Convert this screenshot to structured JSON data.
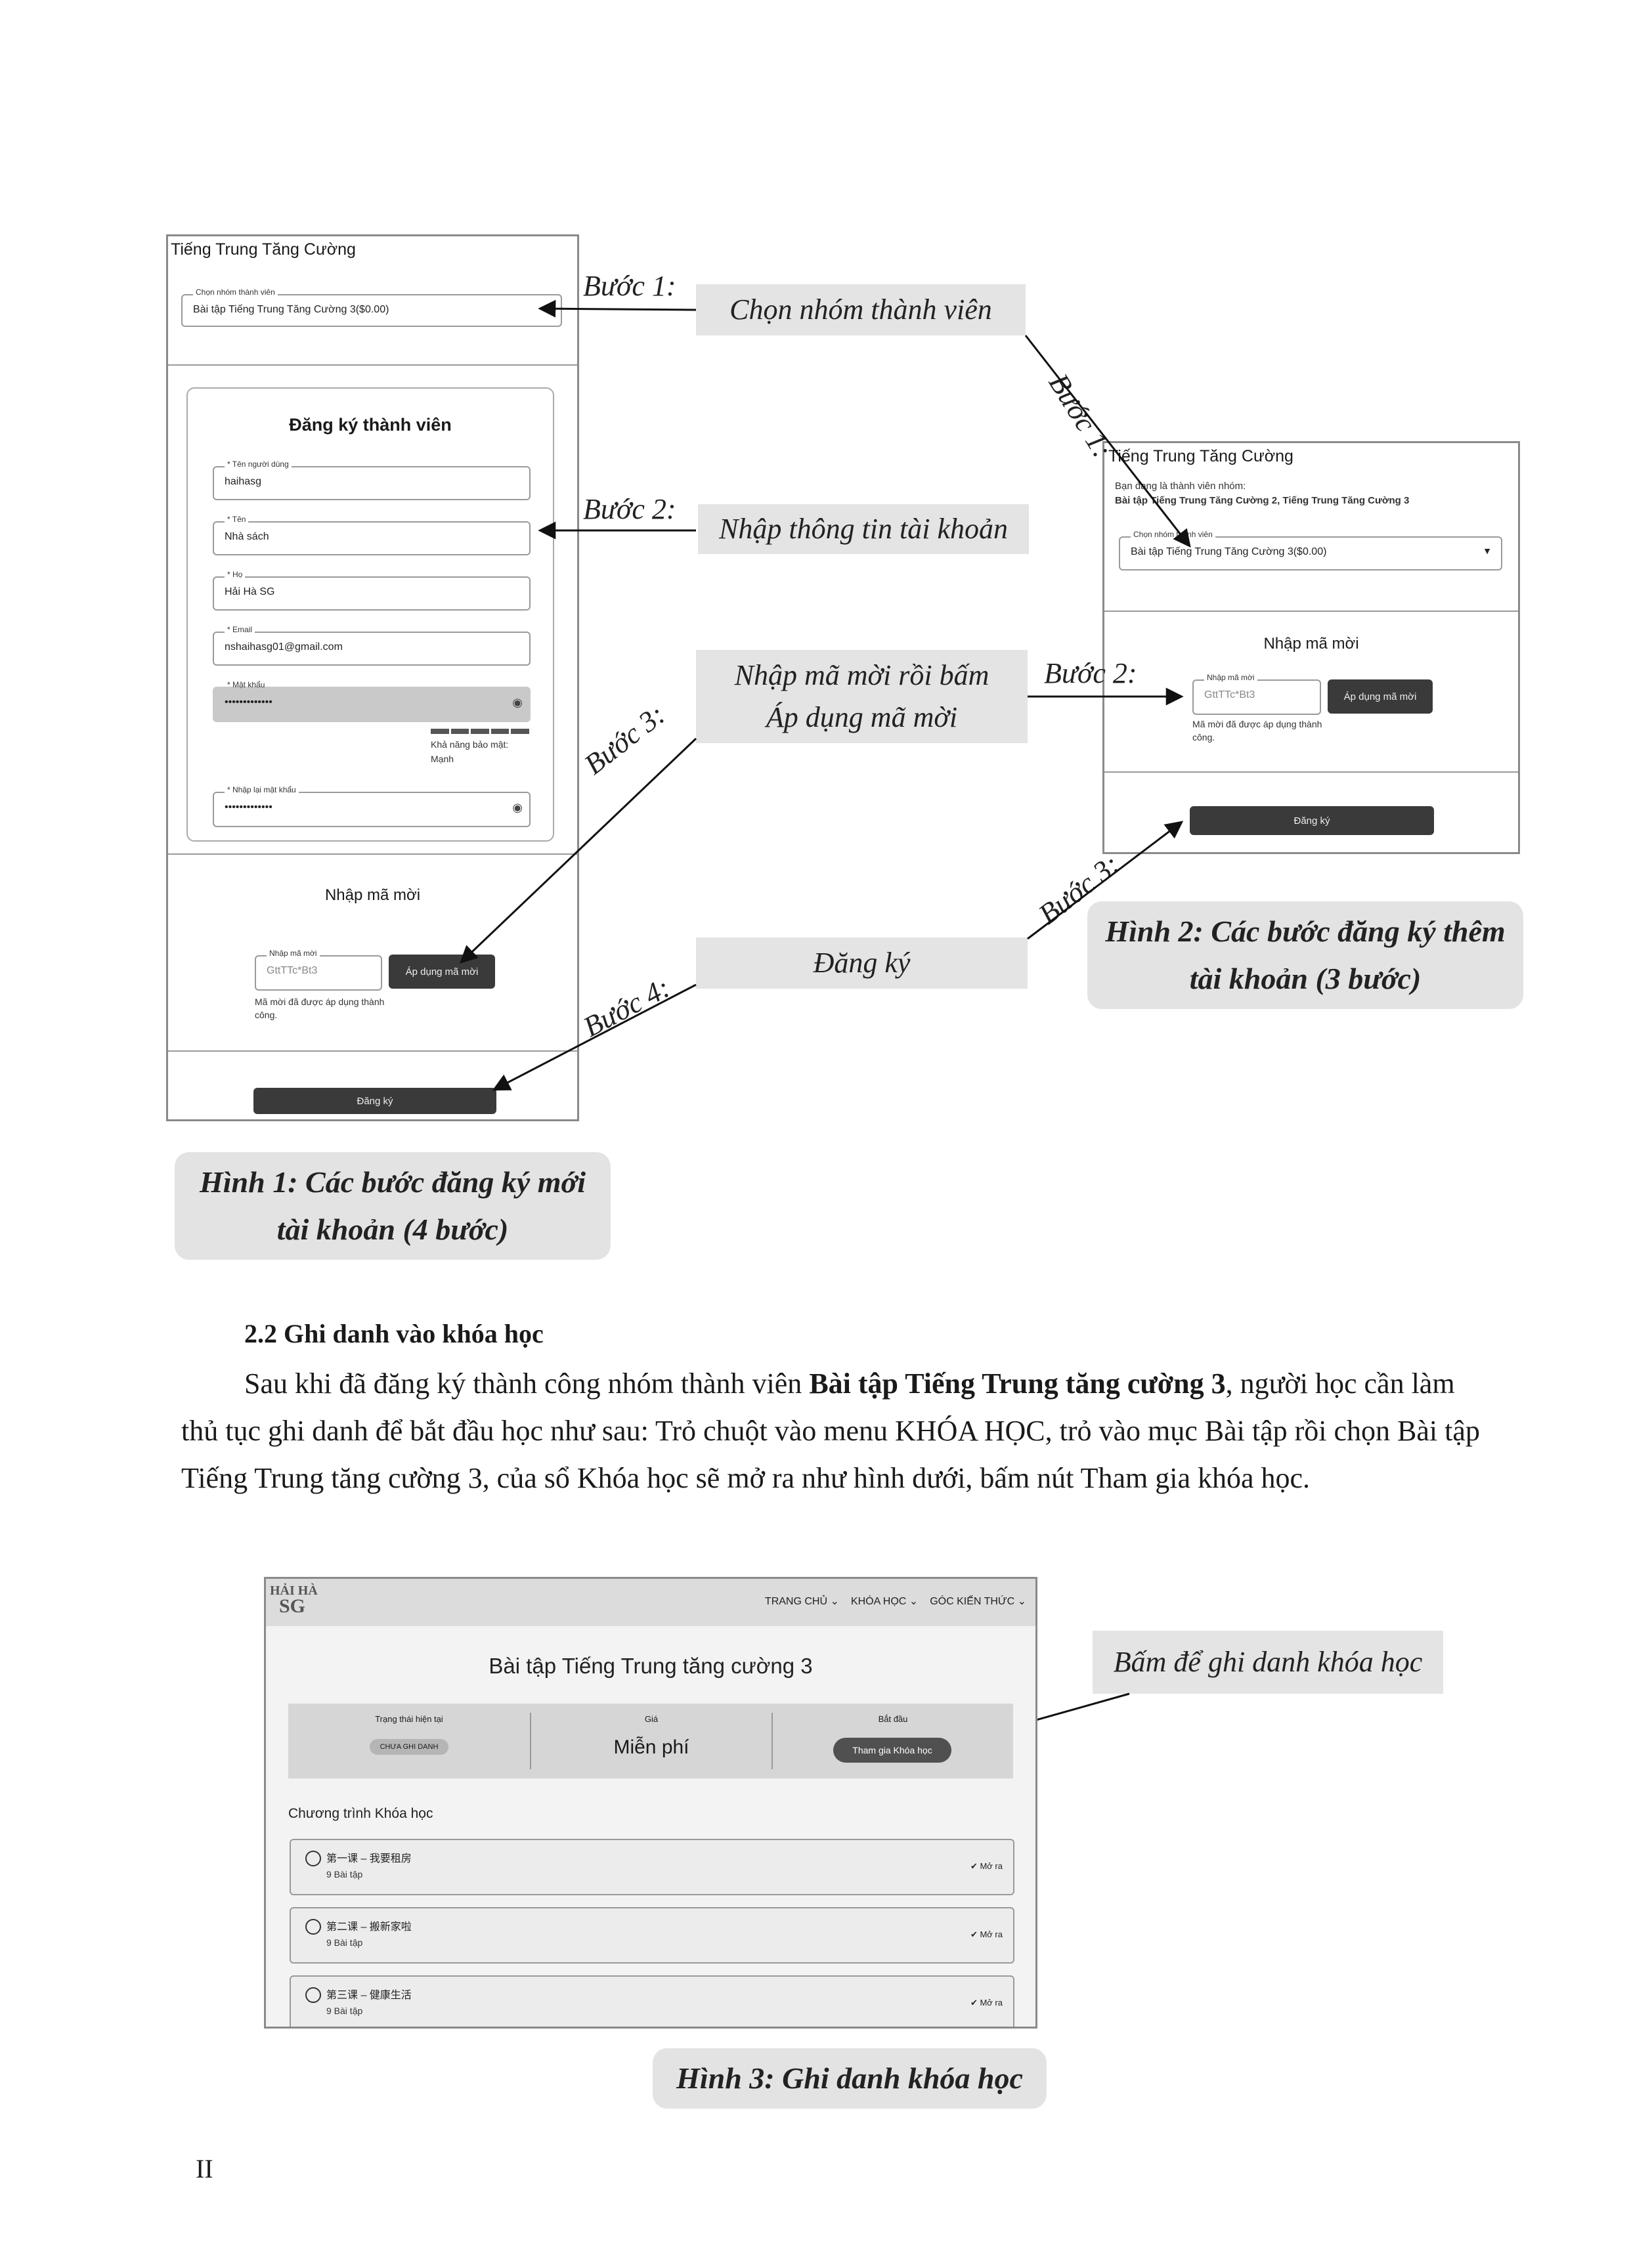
{
  "fig1": {
    "title": "Tiếng Trung Tăng Cường",
    "group_label": "Chọn nhóm thành viên",
    "group_value": "Bài tập Tiếng Trung Tăng Cường 3($0.00)",
    "register_title": "Đăng ký thành viên",
    "username_label": "* Tên người dùng",
    "username_value": "haihasg",
    "first_label": "* Tên",
    "first_value": "Nhà sách",
    "last_label": "* Họ",
    "last_value": "Hải Hà SG",
    "email_label": "* Email",
    "email_value": "nshaihasg01@gmail.com",
    "password_label": "* Mật khẩu",
    "password_value": "•••••••••••••",
    "strength_label": "Khả năng bảo mật:",
    "strength_value": "Mạnh",
    "confirm_label": "* Nhập lại mật khẩu",
    "confirm_value": "•••••••••••••",
    "invite_title": "Nhập mã mời",
    "invite_label": "Nhập mã mời",
    "invite_value": "GttTTc*Bt3",
    "apply_button": "Áp dụng mã mời",
    "invite_note": "Mã mời đã được áp dụng thành công.",
    "register_button": "Đăng ký"
  },
  "fig2": {
    "title": "Tiếng Trung Tăng Cường",
    "member_note": "Bạn đang là thành viên nhóm:",
    "member_groups": "Bài tập Tiếng Trung Tăng Cường 2, Tiếng Trung Tăng Cường 3",
    "group_label": "Chọn nhóm thành viên",
    "group_value": "Bài tập Tiếng Trung Tăng Cường 3($0.00)",
    "invite_title": "Nhập mã mời",
    "invite_label": "Nhập mã mời",
    "invite_value": "GttTTc*Bt3",
    "apply_button": "Áp dụng mã mời",
    "invite_note": "Mã mời đã được áp dụng thành công.",
    "register_button": "Đăng ký"
  },
  "callouts": {
    "c1": "Chọn nhóm thành viên",
    "c2": "Nhập thông tin tài khoản",
    "c3_line1": "Nhập mã mời rồi bấm",
    "c3_line2": "Áp dụng mã mời",
    "c4": "Đăng ký",
    "c5": "Bấm để ghi danh khóa học"
  },
  "steps": {
    "s1": "Bước 1:",
    "s2": "Bước 2:",
    "s3": "Bước 3:",
    "s4": "Bước 4:"
  },
  "captions": {
    "fig1_line1": "Hình 1: Các bước đăng ký mới",
    "fig1_line2": "tài khoản (4 bước)",
    "fig2_line1": "Hình 2: Các bước đăng ký thêm",
    "fig2_line2": "tài khoản (3 bước)",
    "fig3": "Hình 3: Ghi danh khóa học"
  },
  "section": {
    "heading": "2.2 Ghi danh vào khóa học",
    "p_a": "Sau khi đã đăng ký thành công nhóm thành viên ",
    "p_bold": "Bài tập Tiếng Trung tăng cường 3",
    "p_b": ", người học cần làm",
    "line2": "thủ tục ghi danh để bắt đầu học như sau: Trỏ chuột vào menu KHÓA HỌC, trỏ vào mục Bài tập rồi chọn Bài tập",
    "line3": "Tiếng Trung tăng cường 3, của sổ Khóa học sẽ mở ra như hình dưới, bấm nút Tham gia khóa học."
  },
  "fig3": {
    "logo_top": "HẢI HÀ",
    "logo_bottom": "SG",
    "nav": [
      "TRANG CHỦ ⌄",
      "KHÓA HỌC ⌄",
      "GÓC KIẾN THỨC ⌄"
    ],
    "course_title": "Bài tập Tiếng Trung tăng cường 3",
    "status_label": "Trạng thái hiện tại",
    "status_value": "CHƯA GHI DANH",
    "price_label": "Giá",
    "price_value": "Miễn phí",
    "start_label": "Bắt đầu",
    "join_button": "Tham gia Khóa học",
    "program_title": "Chương trình Khóa học",
    "lessons": [
      {
        "title": "第一课 – 我要租房",
        "count": "9 Bài tập",
        "status": "Mở ra"
      },
      {
        "title": "第二课 – 搬新家啦",
        "count": "9 Bài tập",
        "status": "Mở ra"
      },
      {
        "title": "第三课 – 健康生活",
        "count": "9 Bài tập",
        "status": "Mở ra"
      }
    ]
  },
  "page_number": "II"
}
